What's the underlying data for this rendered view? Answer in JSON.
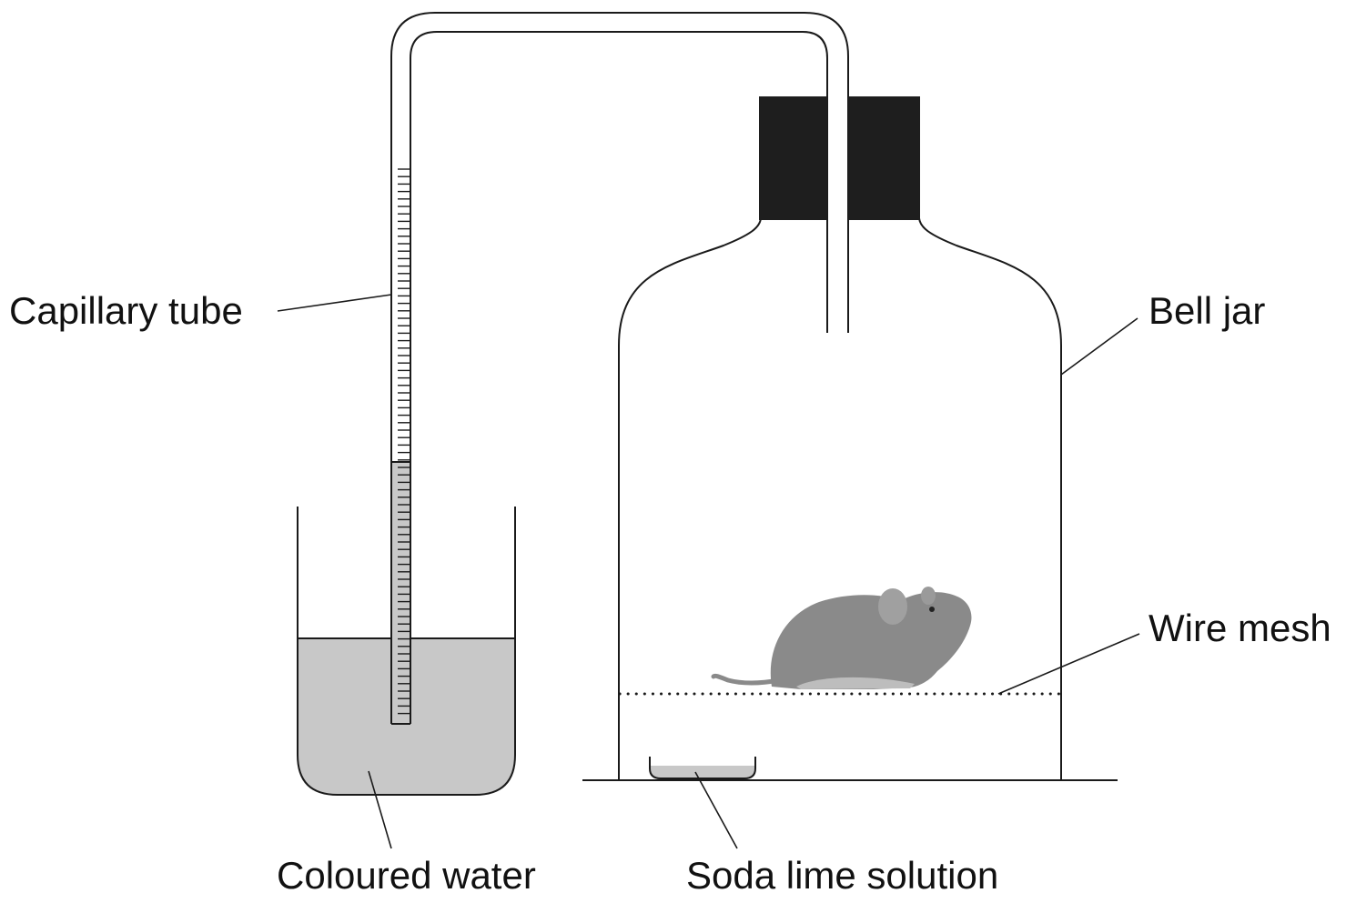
{
  "labels": {
    "capillary_tube": "Capillary tube",
    "bell_jar": "Bell jar",
    "wire_mesh": "Wire mesh",
    "coloured_water": "Coloured water",
    "soda_lime": "Soda lime solution"
  },
  "colors": {
    "liquid": "#c8c8c8",
    "stopper": "#1e1e1e",
    "outline": "#1a1a1a",
    "mouse": "#8a8a8a"
  },
  "icons": {
    "specimen": "mouse"
  }
}
